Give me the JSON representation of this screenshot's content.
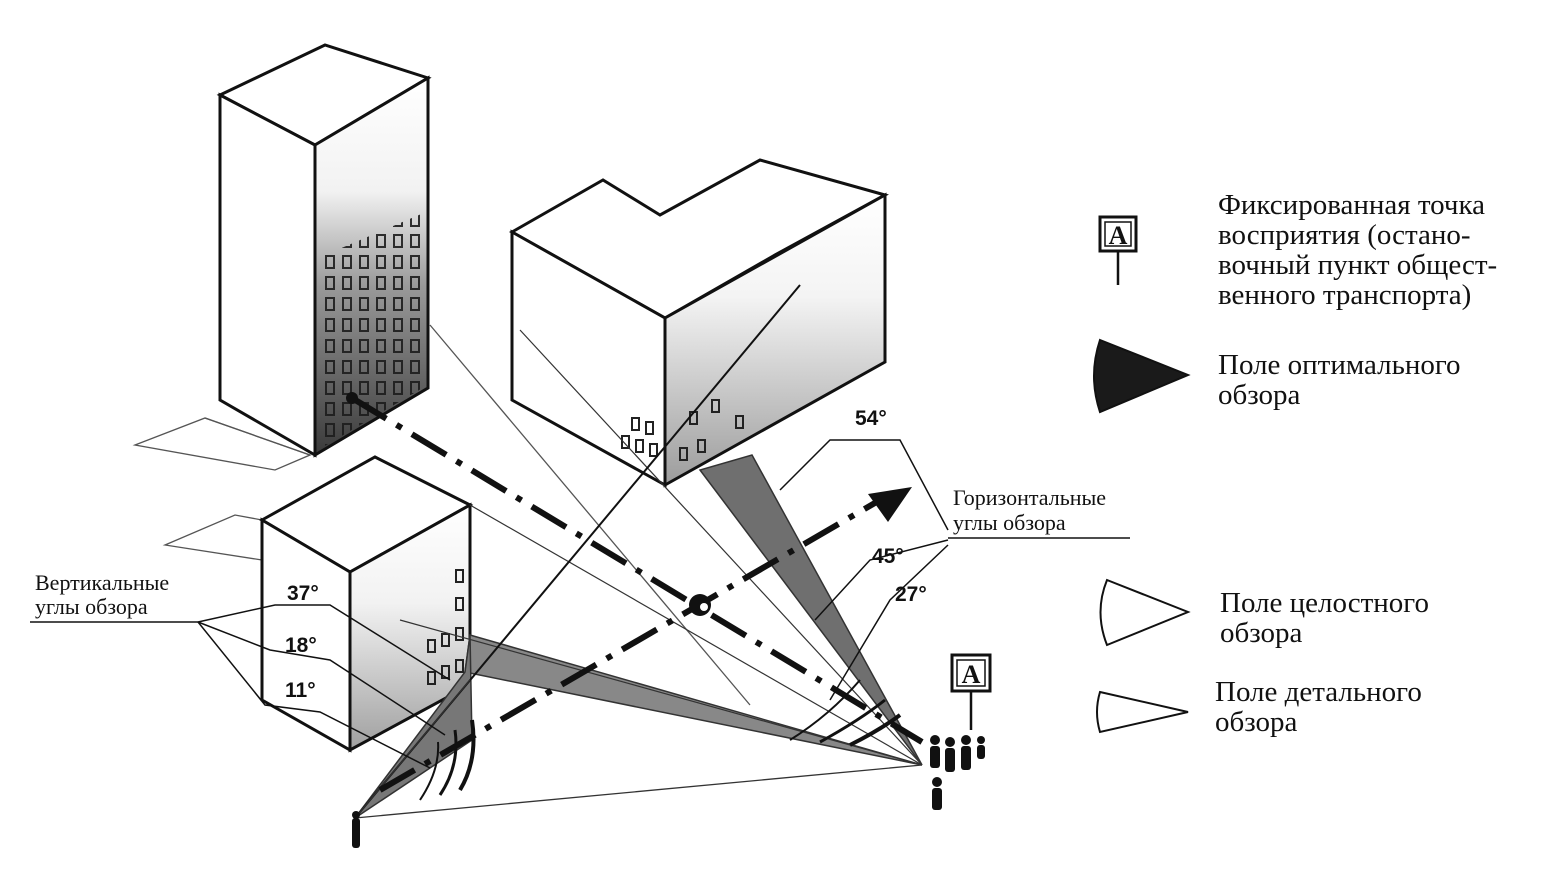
{
  "marker": {
    "letter": "A"
  },
  "labels": {
    "horizontal_angles": [
      "Горизонтальные",
      "углы обзора"
    ],
    "vertical_angles": [
      "Вертикальные",
      "углы обзора"
    ]
  },
  "angles": {
    "horizontal": [
      "54°",
      "45°",
      "27°"
    ],
    "vertical": [
      "37°",
      "18°",
      "11°"
    ]
  },
  "legend": {
    "fixed_point": "Фиксированная точка\nвосприятия  (остано-\nвочный пункт общест-\nвенного транспорта)",
    "optimal_field": "Поле оптимального\nобзора",
    "holistic_field": "Поле целостного\nобзора",
    "detail_field": "Поле детального\nобзора"
  },
  "colors": {
    "ink": "#111111",
    "dark_wedge": "#1a1a1a",
    "gray_wedge": "#8a8a8a"
  }
}
